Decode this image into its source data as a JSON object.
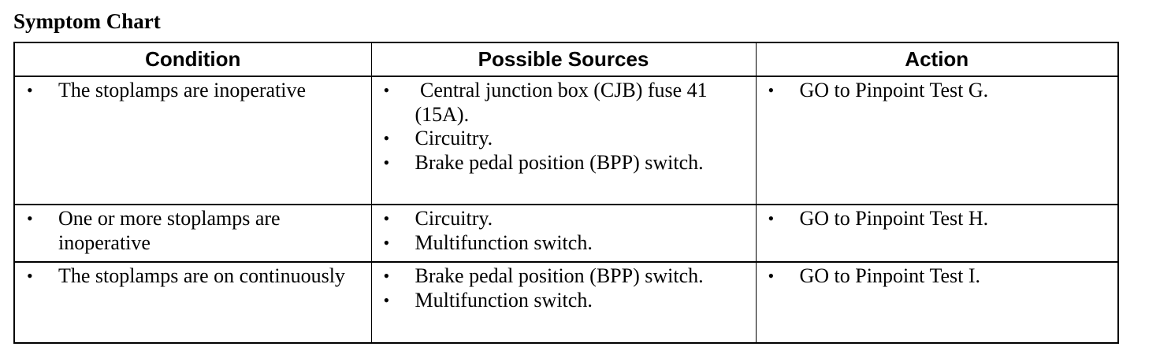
{
  "title": "Symptom Chart",
  "table": {
    "headers": [
      "Condition",
      "Possible Sources",
      "Action"
    ],
    "rows": [
      {
        "condition": [
          "The stoplamps are inoperative"
        ],
        "sources": [
          " Central junction box (CJB) fuse 41 (15A).",
          "Circuitry.",
          "Brake pedal position (BPP) switch."
        ],
        "action": [
          "GO to Pinpoint Test G."
        ]
      },
      {
        "condition": [
          "One or more stoplamps are inoperative"
        ],
        "sources": [
          "Circuitry.",
          "Multifunction switch."
        ],
        "action": [
          "GO to Pinpoint Test H."
        ]
      },
      {
        "condition": [
          "The stoplamps are on continuously"
        ],
        "sources": [
          "Brake pedal position (BPP) switch.",
          "Multifunction switch."
        ],
        "action": [
          "GO to Pinpoint Test I."
        ]
      }
    ],
    "bullet": "•"
  }
}
